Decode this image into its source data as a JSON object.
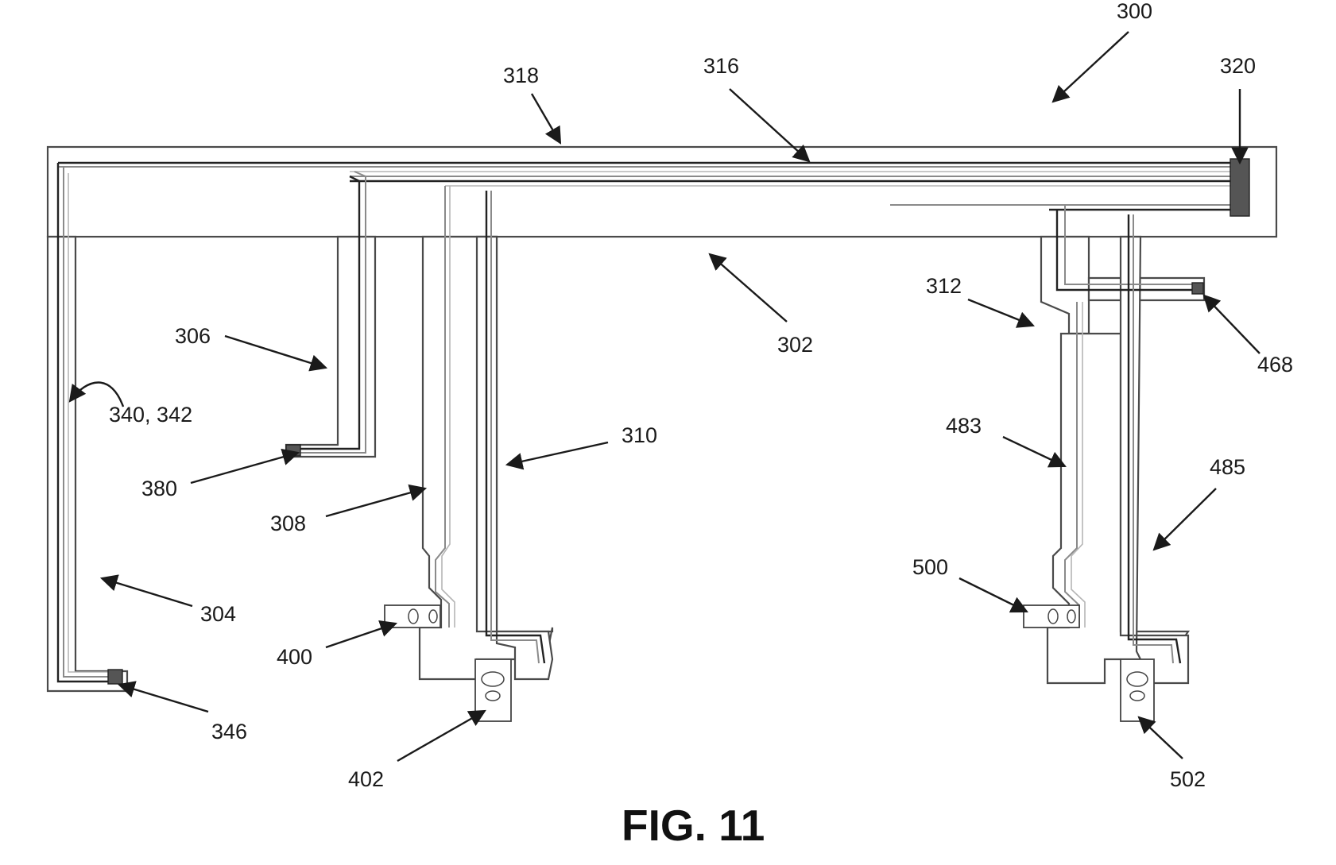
{
  "figure": {
    "caption": "FIG. 11",
    "labels": {
      "l300": "300",
      "l302": "302",
      "l304": "304",
      "l306": "306",
      "l308": "308",
      "l310": "310",
      "l312": "312",
      "l316": "316",
      "l318": "318",
      "l320": "320",
      "l340": "340, 342",
      "l346": "346",
      "l380": "380",
      "l400": "400",
      "l402": "402",
      "l468": "468",
      "l483": "483",
      "l485": "485",
      "l500": "500",
      "l502": "502"
    },
    "colors": {
      "outline": "#4a4a4a",
      "trace": "#222222",
      "text": "#1a1a1a"
    }
  }
}
